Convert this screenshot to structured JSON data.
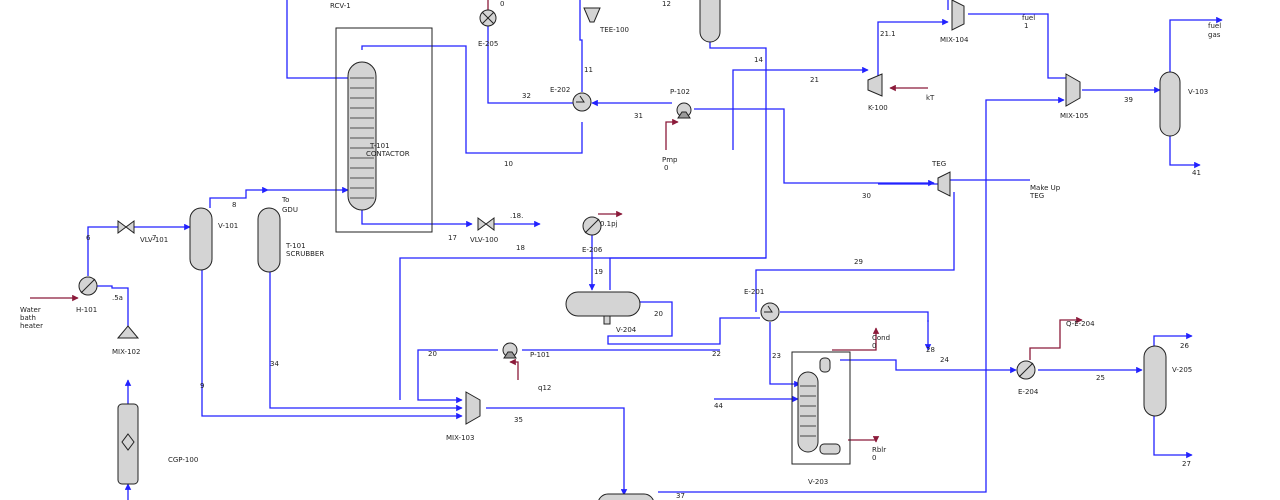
{
  "colors": {
    "material_stream": "#2222ff",
    "energy_stream": "#8b1a3a",
    "outline": "#222222",
    "equipment_fill": "#d4d4d4",
    "background": "#ffffff"
  },
  "equipment": {
    "rcv1": "RCV-1",
    "t101_contactor_a": "T-101",
    "t101_contactor_b": "CONTACTOR",
    "e205": "E-205",
    "tee100": "TEE-100",
    "e202": "E-202",
    "p102": "P-102",
    "mix104": "MIX-104",
    "k100": "K-100",
    "mix105": "MIX-105",
    "v103": "V-103",
    "teg_tee": "TEG",
    "vlv101": "VLV-101",
    "v101": "V-101",
    "t101_scrubber_a": "T-101",
    "t101_scrubber_b": "SCRUBBER",
    "h101": "H-101",
    "mix102": "MIX-102",
    "cgp100": "CGP-100",
    "vlv100": "VLV-100",
    "e206": "E-206",
    "v204": "V-204",
    "p101": "P-101",
    "mix103": "MIX-103",
    "e201": "E-201",
    "v203": "V-203",
    "e204": "E-204",
    "v205": "V-205"
  },
  "streams": {
    "s0": "0",
    "s12": "12",
    "s11": "11",
    "s32": "32",
    "s31": "31",
    "s10": "10",
    "s14": "14",
    "s21": "21",
    "s211": "21.1",
    "fuel1_a": "fuel",
    "fuel1_b": "1",
    "fuelgas_a": "fuel",
    "fuelgas_b": "gas",
    "s39": "39",
    "s41": "41",
    "s30": "30",
    "makeup_a": "Make Up",
    "makeup_b": "TEG",
    "to_gdu_a": "To",
    "to_gdu_b": "GDU",
    "s8": "8",
    "s6": "6",
    "s7": "7",
    "s17": "17",
    "s18a": ".18.",
    "s18": "18",
    "s19": "19",
    "s20a": "20",
    "s20b": "20",
    "s22": "22",
    "s23": "23",
    "s29": "29",
    "s28": "28",
    "s24": "24",
    "s25": "25",
    "s26": "26",
    "s27": "27",
    "s44": "44",
    "s9": "9",
    "s34": "34",
    "s35": "35",
    "s5a": ".5a",
    "s37": "37"
  },
  "energy_streams": {
    "wh_a": "Water",
    "wh_b": "bath",
    "wh_c": "heater",
    "pump_a": "Pmp",
    "pump_b": "0",
    "q1": "0.1pj",
    "q12": "q12",
    "cond_a": "Cond",
    "cond_b": "0",
    "reb_a": "Rblr",
    "reb_b": "0",
    "qe204": "Q-E-204",
    "kt": "kT"
  }
}
